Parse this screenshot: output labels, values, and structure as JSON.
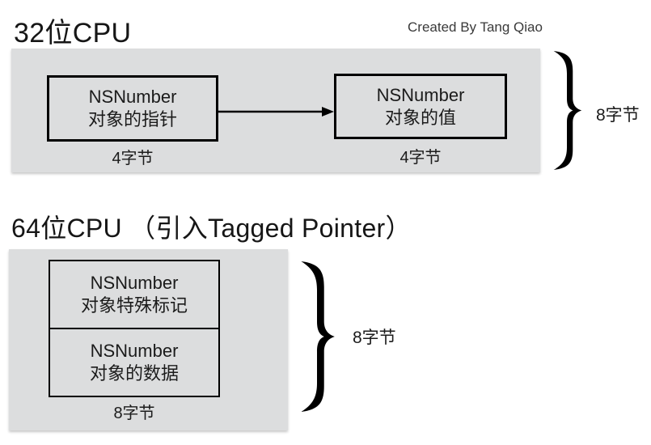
{
  "page": {
    "credit": "Created By Tang Qiao"
  },
  "sections": {
    "cpu32": {
      "title": "32位CPU",
      "pointer_box": {
        "line1": "NSNumber",
        "line2": "对象的指针"
      },
      "pointer_size": "4字节",
      "value_box": {
        "line1": "NSNumber",
        "line2": "对象的值"
      },
      "value_size": "4字节",
      "total_size": "8字节"
    },
    "cpu64": {
      "title": "64位CPU （引入Tagged Pointer）",
      "tag_box": {
        "line1": "NSNumber",
        "line2": "对象特殊标记"
      },
      "data_box": {
        "line1": "NSNumber",
        "line2": "对象的数据"
      },
      "box_size": "8字节",
      "total_size": "8字节"
    }
  },
  "icons": {
    "arrow": "arrow-right",
    "brace": "right-curly-brace"
  },
  "colors": {
    "panel_bg": "#dcddde",
    "box_border": "#000000",
    "text": "#1b1b1b",
    "title_text": "#161616",
    "credit_text": "#3a3a3a",
    "shape_black": "#000000"
  }
}
